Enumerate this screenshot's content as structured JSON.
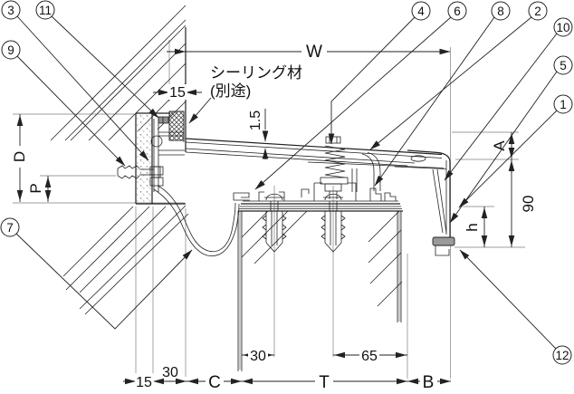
{
  "drawing": {
    "note": {
      "line1": "シーリング材",
      "line2": "(別途)"
    },
    "dims": {
      "w": "W",
      "wall_gap": "15",
      "sheet_thickness": "1.5",
      "d": "D",
      "p": "P",
      "a": "A",
      "height_90": "90",
      "h": "h",
      "base_15": "15",
      "base_30": "30",
      "c": "C",
      "t": "T",
      "b": "B",
      "anchor_30": "30",
      "anchor_65": "65"
    },
    "balloons": {
      "b3": "3",
      "b11": "11",
      "b9": "9",
      "b7": "7",
      "b4": "4",
      "b6": "6",
      "b8": "8",
      "b2": "2",
      "b10": "10",
      "b5": "5",
      "b1": "1",
      "b12": "12"
    }
  }
}
